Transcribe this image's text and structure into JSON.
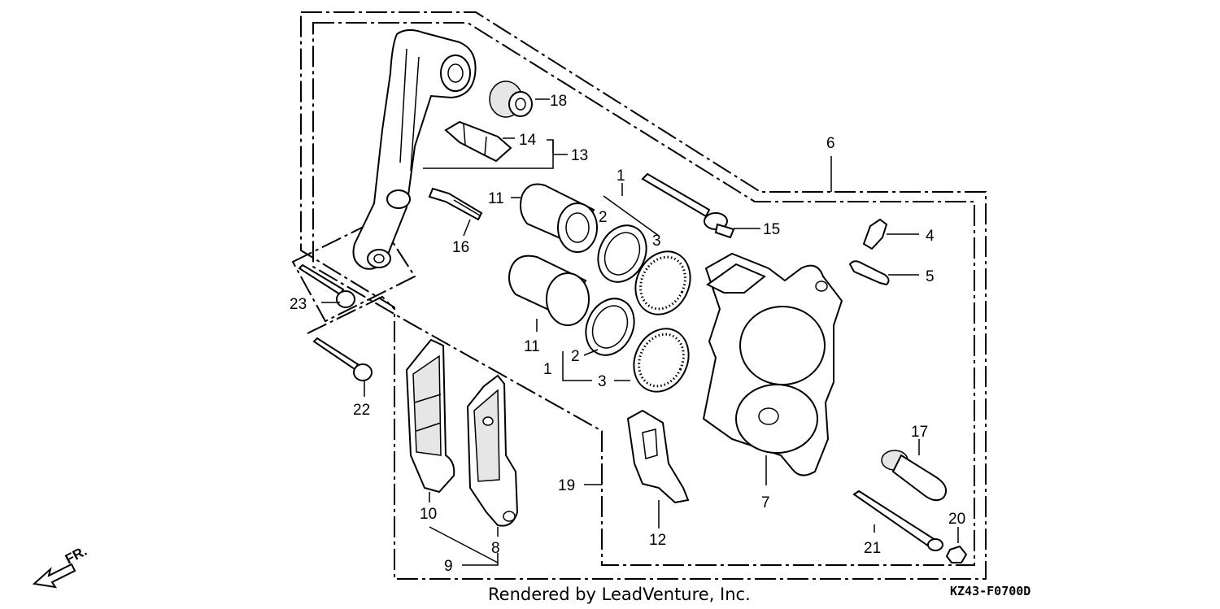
{
  "diagram": {
    "callouts": {
      "c1a": "1",
      "c1b": "1",
      "c2a": "2",
      "c2b": "2",
      "c3a": "3",
      "c3b": "3",
      "c4": "4",
      "c5": "5",
      "c6": "6",
      "c7": "7",
      "c8": "8",
      "c9": "9",
      "c10": "10",
      "c11a": "11",
      "c11b": "11",
      "c12": "12",
      "c13": "13",
      "c14": "14",
      "c15": "15",
      "c16": "16",
      "c17": "17",
      "c18": "18",
      "c19": "19",
      "c20": "20",
      "c21": "21",
      "c22": "22",
      "c23": "23"
    },
    "credit": "Rendered by LeadVenture, Inc.",
    "code": "KZ43-F0700D",
    "front_label": "FR."
  }
}
